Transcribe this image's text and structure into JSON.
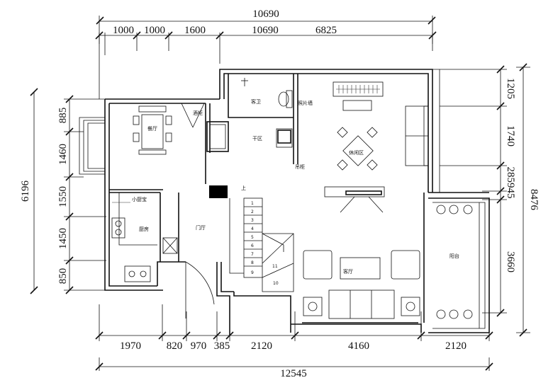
{
  "dimensions": {
    "top_overall": "10690",
    "top_segments": [
      "1000",
      "1000",
      "1600",
      "10690",
      "6825"
    ],
    "bottom_segments": [
      "1970",
      "820",
      "970",
      "385",
      "2120",
      "4160",
      "2120"
    ],
    "bottom_overall": "12545",
    "left_overall": "6196",
    "left_segments": [
      "885",
      "1460",
      "1550",
      "1450",
      "850"
    ],
    "right_segments": [
      "1205",
      "1740",
      "285945",
      "3660"
    ],
    "right_overall": "8476"
  },
  "rooms": {
    "dining": "餐厅",
    "wine_cabinet": "酒柜",
    "guest_bath": "客卫",
    "photo_wall": "照片墙",
    "dry_zone": "干区",
    "hanging_cabinet": "吊柜",
    "leisure": "休闲区",
    "small_kitchen": "小厨宝",
    "kitchen": "厨房",
    "foyer": "门厅",
    "living": "客厅",
    "balcony": "阳台",
    "stair_up": "上"
  },
  "stairs": [
    "1",
    "2",
    "3",
    "4",
    "5",
    "6",
    "7",
    "8",
    "9",
    "10",
    "11"
  ]
}
